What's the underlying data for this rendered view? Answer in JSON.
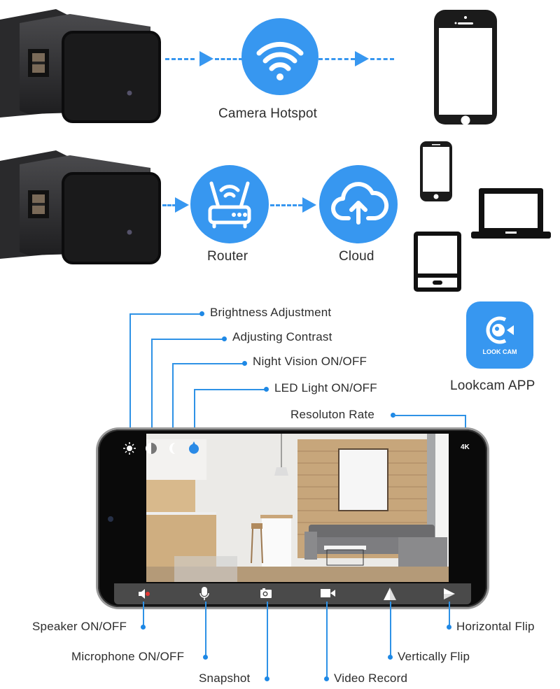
{
  "flow": {
    "row1": {
      "source": "usb-charger-camera",
      "node_icon": "wifi-icon",
      "node_label": "Camera Hotspot",
      "target": "smartphone"
    },
    "row2": {
      "source": "usb-charger-camera",
      "nodes": [
        {
          "icon": "router-icon",
          "label": "Router"
        },
        {
          "icon": "cloud-upload-icon",
          "label": "Cloud"
        }
      ],
      "targets": [
        "smartphone",
        "laptop",
        "tablet"
      ]
    }
  },
  "app": {
    "icon_text": "LOOK CAM",
    "label": "Lookcam APP",
    "accent": "#3797f0"
  },
  "top_callouts": [
    {
      "label": "Brightness Adjustment",
      "icon": "brightness-icon"
    },
    {
      "label": "Adjusting Contrast",
      "icon": "contrast-icon"
    },
    {
      "label": "Night Vision ON/OFF",
      "icon": "night-vision-icon"
    },
    {
      "label": "LED Light ON/OFF",
      "icon": "led-light-icon"
    },
    {
      "label": "Resoluton Rate",
      "icon": "resolution-icon",
      "value": "4K"
    }
  ],
  "bottom_callouts": [
    {
      "label": "Speaker ON/OFF",
      "icon": "speaker-icon"
    },
    {
      "label": "Microphone ON/OFF",
      "icon": "microphone-icon"
    },
    {
      "label": "Snapshot",
      "icon": "camera-icon"
    },
    {
      "label": "Video Record",
      "icon": "video-icon"
    },
    {
      "label": "Vertically Flip",
      "icon": "vertical-flip-icon"
    },
    {
      "label": "Horizontal Flip",
      "icon": "horizontal-flip-icon"
    }
  ],
  "colors": {
    "accent": "#3797f0",
    "line": "#2e92e6",
    "text": "#2d2d2d"
  }
}
